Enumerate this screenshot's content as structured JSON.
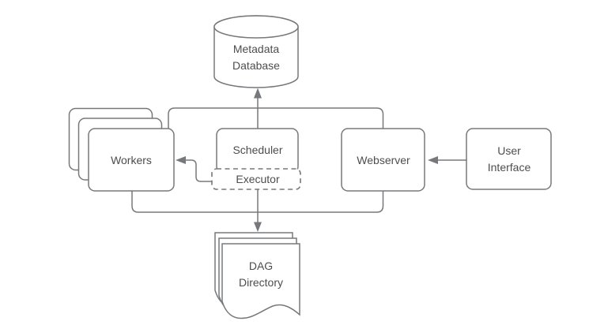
{
  "diagram": {
    "type": "architecture-flow-diagram",
    "colors": {
      "stroke": "#77787b",
      "text": "#4d4d4d",
      "background": "#ffffff"
    },
    "nodes": {
      "metadata_database": {
        "label": "Metadata Database",
        "shape": "cylinder"
      },
      "workers": {
        "label": "Workers",
        "shape": "stacked-rounded-rectangles",
        "stack_count": 3
      },
      "scheduler": {
        "label": "Scheduler",
        "shape": "rounded-rectangle"
      },
      "executor": {
        "label": "Executor",
        "shape": "dashed-rounded-rectangle",
        "nested_in": "scheduler"
      },
      "webserver": {
        "label": "Webserver",
        "shape": "rounded-rectangle"
      },
      "user_interface": {
        "label": "User Interface",
        "shape": "rounded-rectangle"
      },
      "dag_directory": {
        "label": "DAG Directory",
        "shape": "stacked-documents",
        "stack_count": 3
      }
    },
    "edges": [
      {
        "from": "scheduler",
        "to": "metadata_database",
        "arrowhead": "into metadata_database"
      },
      {
        "from": "workers",
        "to": "metadata_database",
        "arrowhead": "shared rail into metadata_database"
      },
      {
        "from": "webserver",
        "to": "metadata_database",
        "arrowhead": "shared rail into metadata_database"
      },
      {
        "from": "executor",
        "to": "workers",
        "arrowhead": "into workers"
      },
      {
        "from": "user_interface",
        "to": "webserver",
        "arrowhead": "into webserver"
      },
      {
        "from": "executor",
        "to": "dag_directory",
        "arrowhead": "into dag_directory"
      },
      {
        "from": "workers",
        "to": "dag_directory",
        "arrowhead": "shared rail into dag_directory"
      },
      {
        "from": "webserver",
        "to": "dag_directory",
        "arrowhead": "shared rail into dag_directory"
      }
    ]
  }
}
